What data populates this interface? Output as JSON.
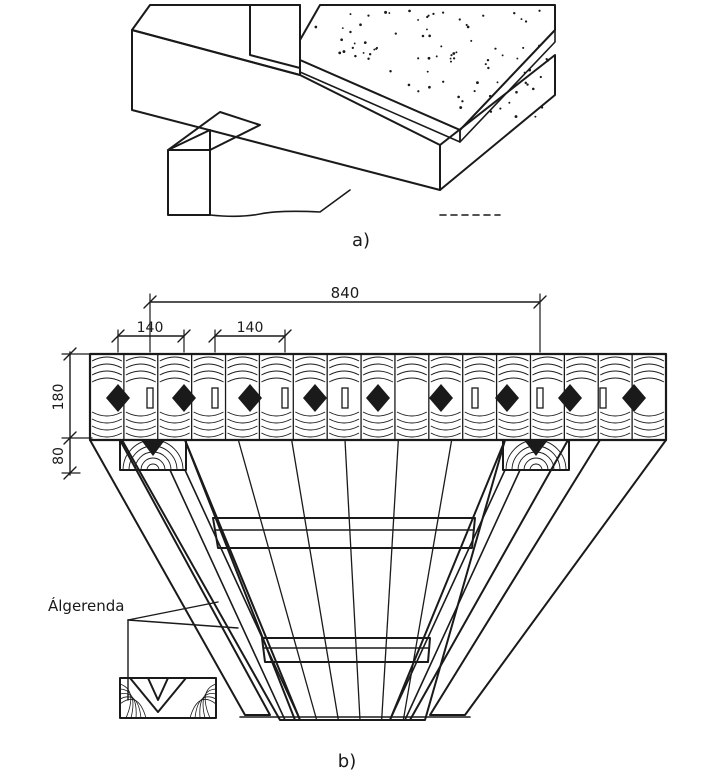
{
  "figure_a": {
    "caption": "a)"
  },
  "figure_b": {
    "caption": "b)",
    "dimensions": {
      "total_span": "840",
      "spacing_left": "140",
      "spacing_mid": "140",
      "height_slab": "180",
      "height_rib": "80"
    },
    "callout_label": "Álgerenda"
  },
  "colors": {
    "ink": "#1a1a1a",
    "paper": "#ffffff"
  }
}
